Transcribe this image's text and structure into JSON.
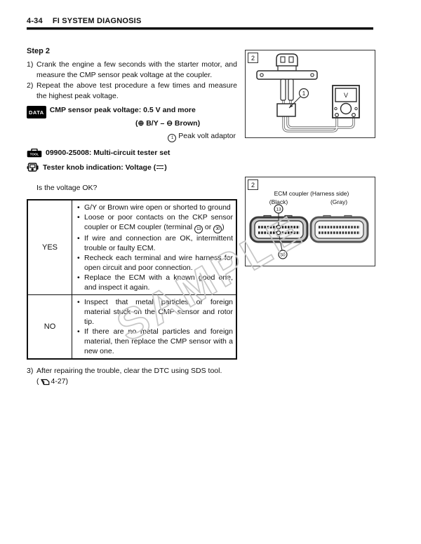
{
  "header": {
    "page_number": "4-34",
    "title": "FI SYSTEM DIAGNOSIS"
  },
  "watermark": "SAMPLE",
  "step2": {
    "heading": "Step 2",
    "items": [
      {
        "num": "1)",
        "text": "Crank the engine a few seconds with the starter motor, and measure the CMP sensor peak voltage at the coupler."
      },
      {
        "num": "2)",
        "text": "Repeat the above test procedure a few times and measure the highest peak voltage."
      }
    ]
  },
  "data_spec": {
    "badge": "DATA",
    "line1": "CMP sensor peak voltage: 0.5 V and more",
    "line2": "(⊕ B/Y – ⊖ Brown)"
  },
  "callout": {
    "num": "1",
    "text": " Peak volt adaptor"
  },
  "tool": {
    "badge": "TOOL",
    "text": "09900-25008: Multi-circuit tester set"
  },
  "tester": {
    "pre": "Tester knob indication: Voltage (",
    "post": ")"
  },
  "question": "Is the voltage OK?",
  "result_table": {
    "rows": [
      {
        "label": "YES",
        "items": [
          "G/Y or Brown wire open or shorted to ground",
          {
            "pre": "Loose or poor contacts on the CKP sensor coupler or ECM coupler (terminal ",
            "n1": "13",
            "mid": " or ",
            "n2": "30",
            "post": ")"
          },
          "If wire and connection are OK, intermittent trouble or faulty ECM.",
          "Recheck each terminal and wire harness for open circuit and poor connection.",
          "Replace the ECM with a known good one, and inspect it again."
        ]
      },
      {
        "label": "NO",
        "items": [
          "Inspect that metal particles or foreign material stuck on the CMP sensor and rotor tip.",
          "If there are no metal particles and foreign material, then replace the CMP sensor with a new one."
        ]
      }
    ]
  },
  "step3": {
    "num": "3)",
    "text": "After repairing the trouble, clear the DTC using SDS tool.",
    "ref_pre": "(",
    "ref_text": "4-27)"
  },
  "figure1": {
    "corner": "2",
    "meter_display": "V",
    "adaptor_num": "1"
  },
  "figure2": {
    "corner": "2",
    "title": "ECM coupler (Harness side)",
    "black_label": "(Black)",
    "gray_label": "(Gray)",
    "terminal_top": "13",
    "terminal_bottom": "30"
  }
}
